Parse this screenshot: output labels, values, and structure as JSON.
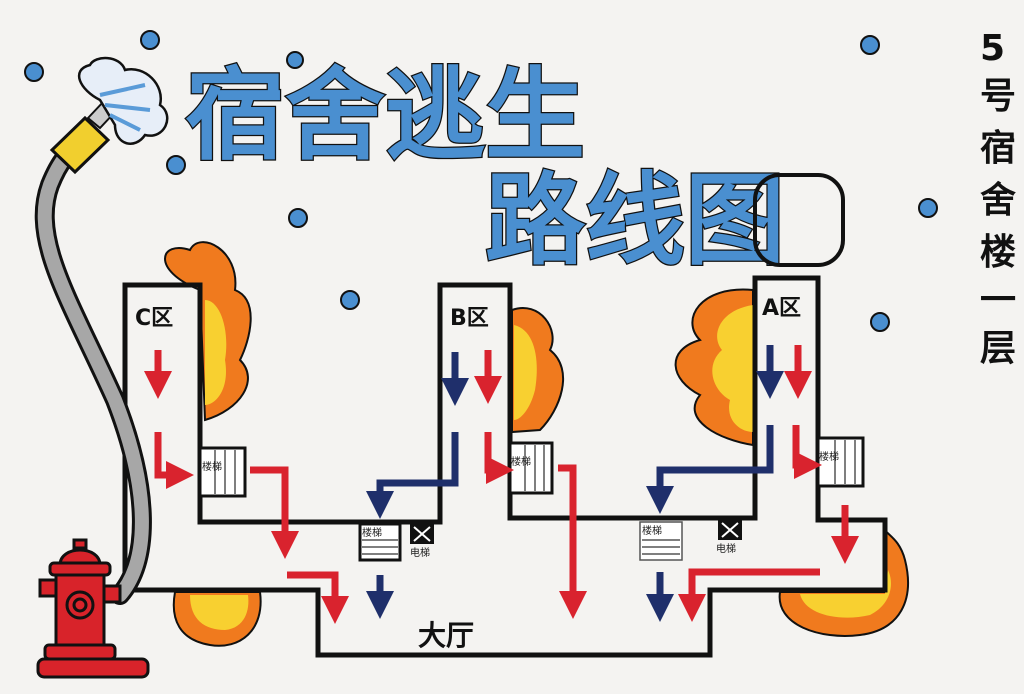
{
  "title": {
    "line1": "宿舍逃生",
    "line2": "路线图"
  },
  "side_label": [
    "5",
    "号",
    "宿",
    "舍",
    "楼",
    "一",
    "层"
  ],
  "zones": {
    "c": "C区",
    "b": "B区",
    "a": "A区"
  },
  "hall": "大厅",
  "stairs_label": "楼梯",
  "elevator_label": "电梯",
  "colors": {
    "title": "#4a8fd0",
    "escape_red": "#d9232e",
    "escape_blue": "#1f2f6b",
    "fire_orange": "#f07a1e",
    "fire_yellow": "#f8d030",
    "hydrant": "#d8232a"
  }
}
